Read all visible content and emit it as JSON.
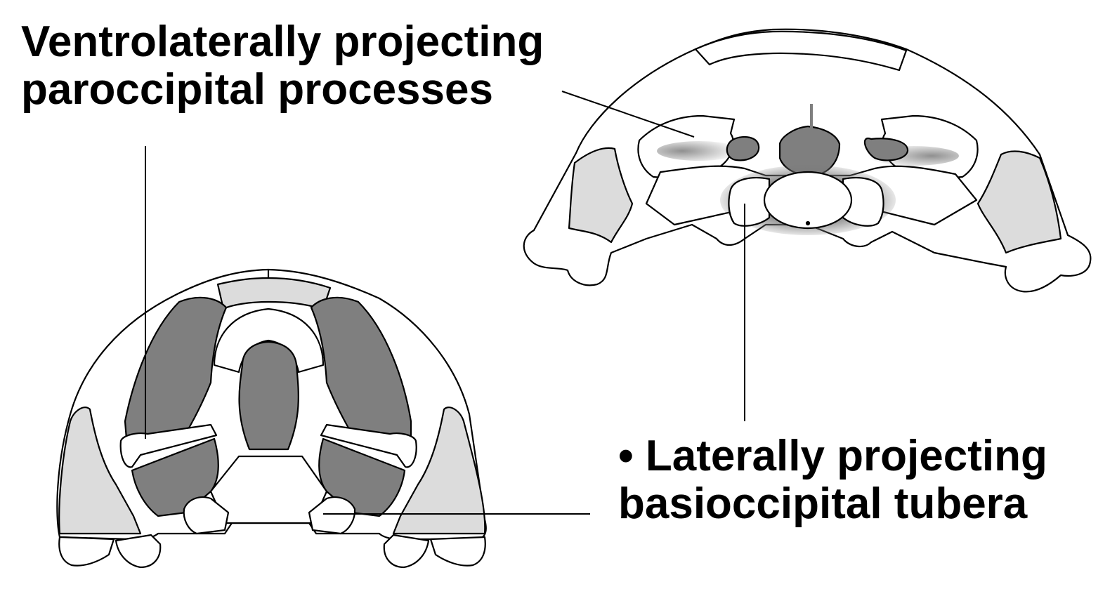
{
  "labels": {
    "paroccipital": {
      "line1": "Ventrolaterally projecting",
      "line2": "paroccipital processes"
    },
    "basioccipital": {
      "line1": "• Laterally projecting",
      "line2": "basioccipital tubera"
    }
  },
  "colors": {
    "outline": "#000000",
    "bone_white": "#ffffff",
    "light_gray": "#dcdcdc",
    "dark_gray": "#7f7f7f",
    "shadow": "#9a9a9a"
  }
}
